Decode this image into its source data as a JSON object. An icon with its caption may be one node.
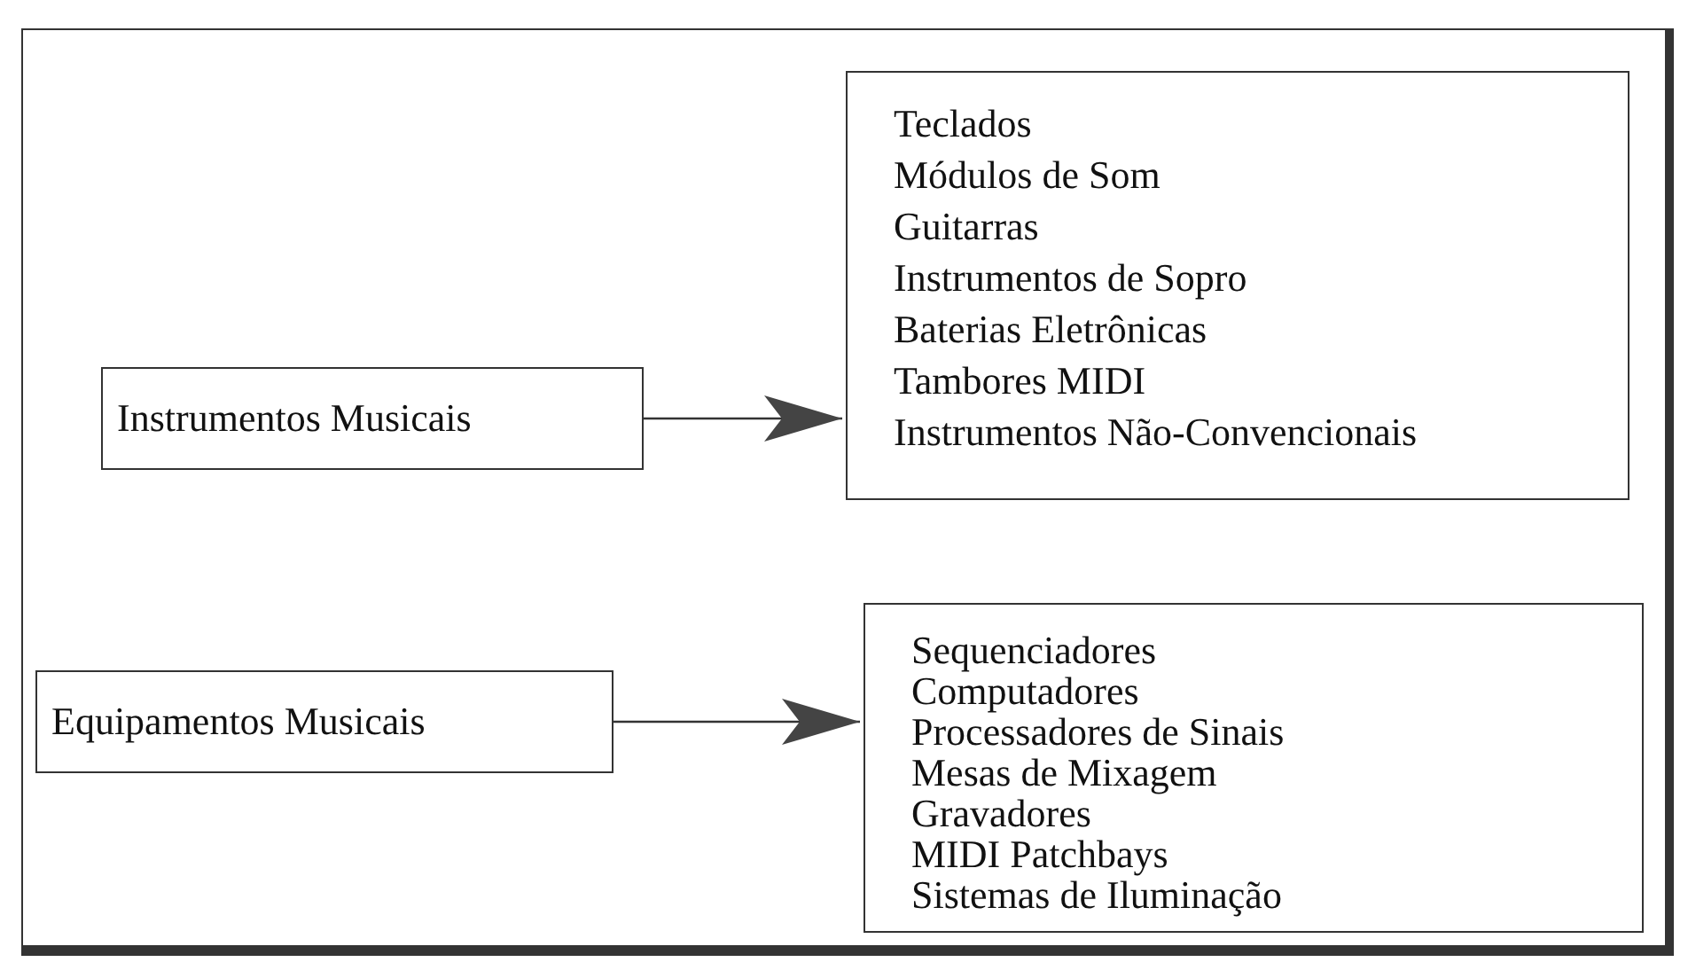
{
  "diagram": {
    "nodes": [
      {
        "text": [
          "Instrumentos Musicais"
        ]
      },
      {
        "text": [
          "Teclados",
          "Módulos de Som",
          "Guitarras",
          "Instrumentos de Sopro",
          "Baterias Eletrônicas",
          "Tambores MIDI",
          "Instrumentos Não-Convencionais"
        ]
      },
      {
        "text": [
          "Equipamentos Musicais"
        ]
      },
      {
        "text": [
          "Sequenciadores",
          "Computadores",
          "Processadores de Sinais",
          "Mesas de Mixagem",
          "Gravadores",
          "MIDI Patchbays",
          "Sistemas de Iluminação"
        ]
      }
    ],
    "edges": [
      {
        "from": 0,
        "to": 1,
        "arrow": "to"
      },
      {
        "from": 2,
        "to": 3,
        "arrow": "to"
      }
    ]
  }
}
